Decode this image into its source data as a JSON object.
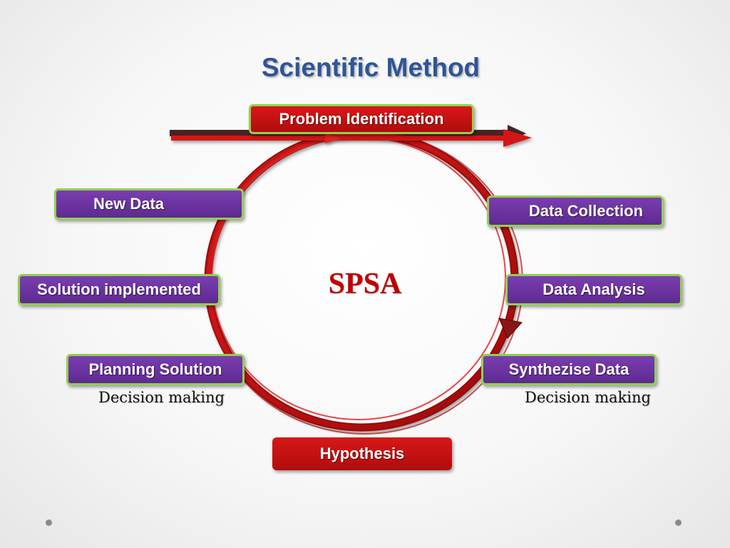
{
  "title": "Scientific Method",
  "center_label": "SPSA",
  "steps": {
    "problem_identification": "Problem Identification",
    "data_collection": "Data Collection",
    "data_analysis": "Data Analysis",
    "synthesize_data": "Synthezise Data",
    "hypothesis": "Hypothesis",
    "planning_solution": "Planning Solution",
    "solution_implemented": "Solution implemented",
    "new_data": "New Data"
  },
  "notes": {
    "left": "Decision making",
    "right": "Decision making"
  },
  "colors": {
    "title": "#2f5597",
    "purple_box": "#6a329f",
    "green_border": "#92d050",
    "red": "#c00000",
    "nav_dot": "#8a8a8a"
  }
}
